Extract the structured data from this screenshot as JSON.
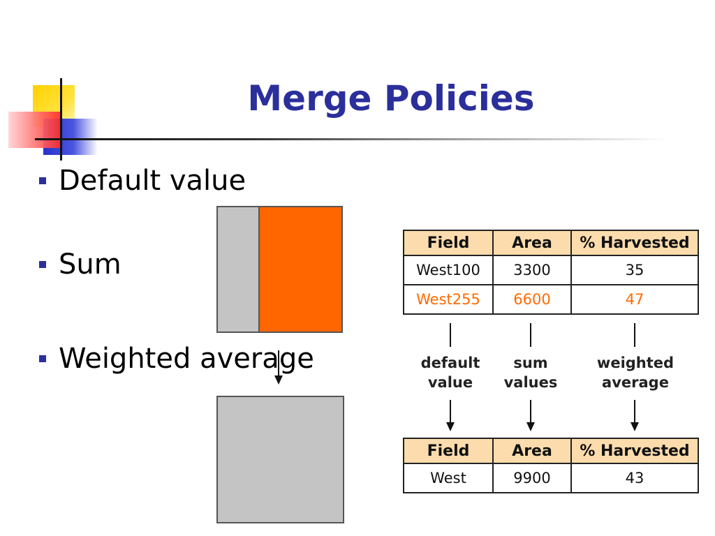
{
  "title": "Merge Policies",
  "bullets": [
    "Default value",
    "Sum",
    "Weighted average"
  ],
  "colors": {
    "title": "#2b2f9b",
    "accent_orange": "#ff6600",
    "header_fill": "#fcdcad",
    "gray": "#c4c4c4"
  },
  "input_table": {
    "headers": [
      "Field",
      "Area",
      "% Harvested"
    ],
    "rows": [
      [
        "West100",
        "3300",
        "35"
      ],
      [
        "West255",
        "6600",
        "47"
      ]
    ]
  },
  "flow_labels": [
    [
      "default",
      "value"
    ],
    [
      "sum",
      "values"
    ],
    [
      "weighted",
      "average"
    ]
  ],
  "output_table": {
    "headers": [
      "Field",
      "Area",
      "% Harvested"
    ],
    "rows": [
      [
        "West",
        "9900",
        "43"
      ]
    ]
  },
  "icons": [
    "logo-blocks",
    "down-arrow-icon"
  ]
}
